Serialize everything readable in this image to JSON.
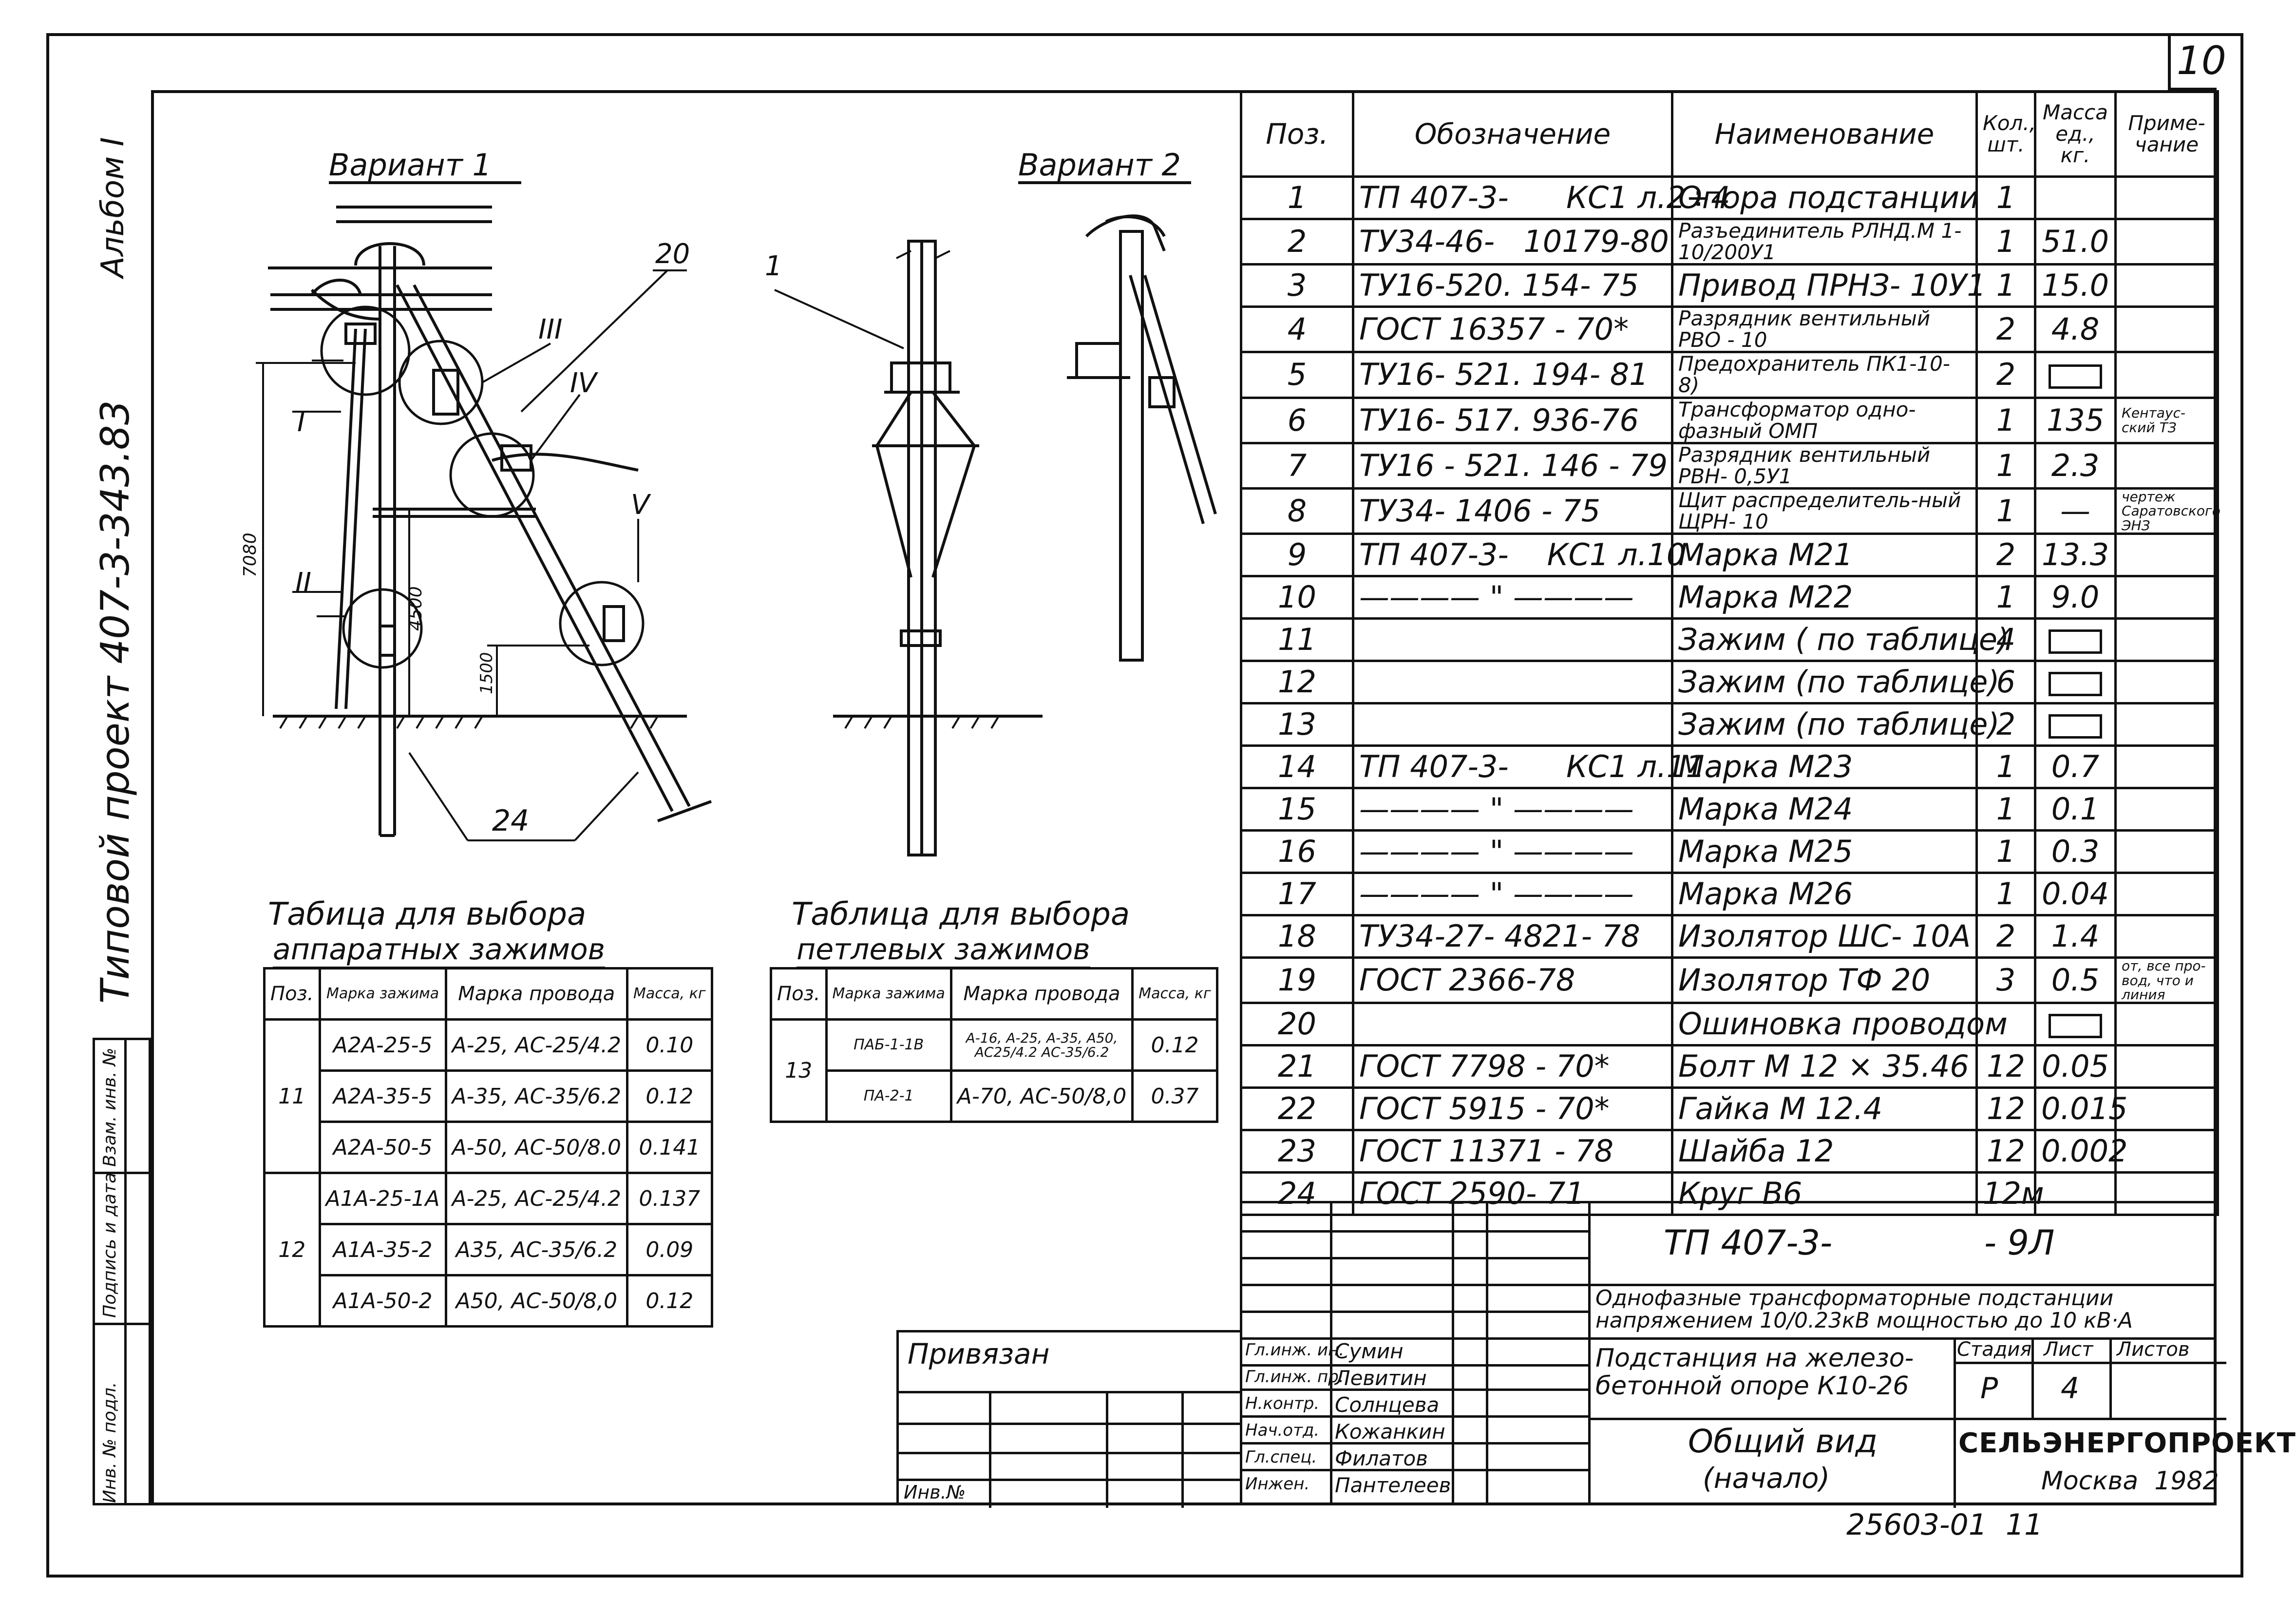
{
  "sheet_number": "10",
  "side": {
    "album": "Альбом I",
    "project": "Типовой проект 407-3-343.83",
    "stamp_labels": [
      "Инв. № подл.",
      "Подпись и дата",
      "Взам. инв. №"
    ]
  },
  "drawing": {
    "variant1_title": "Вариант 1",
    "variant2_title": "Вариант 2",
    "callouts": {
      "c20": "20",
      "c1": "1",
      "c24": "24",
      "rI": "I",
      "rII": "II",
      "rIII": "III",
      "rIV": "IV",
      "rV": "V"
    },
    "dimensions": {
      "d7080": "7080",
      "d4500": "4500",
      "d1500": "1500"
    }
  },
  "table_apparatus": {
    "title_line1": "Табица для выбора",
    "title_line2": "аппаратных зажимов",
    "headers": [
      "Поз.",
      "Марка зажима",
      "Марка провода",
      "Масса, кг"
    ],
    "groups": [
      {
        "pos": "11",
        "rows": [
          {
            "clamp": "А2А-25-5",
            "wire": "А-25, АС-25/4.2",
            "mass": "0.10"
          },
          {
            "clamp": "А2А-35-5",
            "wire": "А-35, АС-35/6.2",
            "mass": "0.12"
          },
          {
            "clamp": "А2А-50-5",
            "wire": "А-50, АС-50/8.0",
            "mass": "0.141"
          }
        ]
      },
      {
        "pos": "12",
        "rows": [
          {
            "clamp": "А1А-25-1А",
            "wire": "А-25, АС-25/4.2",
            "mass": "0.137"
          },
          {
            "clamp": "А1А-35-2",
            "wire": "А35, АС-35/6.2",
            "mass": "0.09"
          },
          {
            "clamp": "А1А-50-2",
            "wire": "А50, АС-50/8,0",
            "mass": "0.12"
          }
        ]
      }
    ]
  },
  "table_loop": {
    "title_line1": "Таблица для выбора",
    "title_line2": "петлевых зажимов",
    "headers": [
      "Поз.",
      "Марка зажима",
      "Марка провода",
      "Масса, кг"
    ],
    "pos": "13",
    "rows": [
      {
        "clamp": "ПАБ-1-1В",
        "wire": "А-16, А-25, А-35, А50, АС25/4.2 АС-35/6.2",
        "mass": "0.12"
      },
      {
        "clamp": "ПА-2-1",
        "wire": "А-70, АС-50/8,0",
        "mass": "0.37"
      }
    ]
  },
  "spec": {
    "headers": [
      "Поз.",
      "Обозначение",
      "Наименование",
      "Кол., шт.",
      "Масса ед., кг.",
      "Приме-чание"
    ],
    "rows": [
      {
        "pos": "1",
        "code": "ТП 407-3-      КС1 л.2÷4",
        "name": "Опора подстанции",
        "qty": "1",
        "mass": "",
        "note": ""
      },
      {
        "pos": "2",
        "code": "ТУ34-46-   10179-80",
        "name": "Разъединитель РЛНД.М 1- 10/200У1",
        "qty": "1",
        "mass": "51.0",
        "note": ""
      },
      {
        "pos": "3",
        "code": "ТУ16-520. 154- 75",
        "name": "Привод ПРНЗ- 10У1",
        "qty": "1",
        "mass": "15.0",
        "note": ""
      },
      {
        "pos": "4",
        "code": "ГОСТ 16357 - 70*",
        "name": "Разрядник вентильный РВО - 10",
        "qty": "2",
        "mass": "4.8",
        "note": ""
      },
      {
        "pos": "5",
        "code": "ТУ16- 521. 194- 81",
        "name": "Предохранитель ПК1-10- 8)",
        "qty": "2",
        "mass": "",
        "note": ""
      },
      {
        "pos": "6",
        "code": "ТУ16- 517. 936-76",
        "name": "Трансформатор одно-фазный ОМП",
        "qty": "1",
        "mass": "135",
        "note": "Кентаус-ский ТЗ"
      },
      {
        "pos": "7",
        "code": "ТУ16 - 521. 146 - 79",
        "name": "Разрядник вентильный РВН- 0,5У1",
        "qty": "1",
        "mass": "2.3",
        "note": ""
      },
      {
        "pos": "8",
        "code": "ТУ34- 1406 - 75",
        "name": "Щит распределитель-ный ЩРН- 10",
        "qty": "1",
        "mass": "—",
        "note": "чертеж Саратовского ЭНЗ"
      },
      {
        "pos": "9",
        "code": "ТП 407-3-    КС1 л.10",
        "name": "Марка  М21",
        "qty": "2",
        "mass": "13.3",
        "note": ""
      },
      {
        "pos": "10",
        "code": "———— \" ————",
        "name": "Марка   М22",
        "qty": "1",
        "mass": "9.0",
        "note": ""
      },
      {
        "pos": "11",
        "code": "",
        "name": "Зажим ( по таблице)",
        "qty": "4",
        "mass": "",
        "note": ""
      },
      {
        "pos": "12",
        "code": "",
        "name": "Зажим  (по таблице)",
        "qty": "6",
        "mass": "",
        "note": ""
      },
      {
        "pos": "13",
        "code": "",
        "name": "Зажим  (по таблице)",
        "qty": "2",
        "mass": "",
        "note": ""
      },
      {
        "pos": "14",
        "code": "ТП 407-3-      КС1 л.11",
        "name": "Марка  М23",
        "qty": "1",
        "mass": "0.7",
        "note": ""
      },
      {
        "pos": "15",
        "code": "———— \" ————",
        "name": "Марка  М24",
        "qty": "1",
        "mass": "0.1",
        "note": ""
      },
      {
        "pos": "16",
        "code": "———— \" ————",
        "name": "Марка  М25",
        "qty": "1",
        "mass": "0.3",
        "note": ""
      },
      {
        "pos": "17",
        "code": "———— \" ————",
        "name": "Марка  М26",
        "qty": "1",
        "mass": "0.04",
        "note": ""
      },
      {
        "pos": "18",
        "code": "ТУ34-27- 4821- 78",
        "name": "Изолятор  ШС- 10А",
        "qty": "2",
        "mass": "1.4",
        "note": ""
      },
      {
        "pos": "19",
        "code": "ГОСТ 2366-78",
        "name": "Изолятор  ТФ 20",
        "qty": "3",
        "mass": "0.5",
        "note": "от, все про-вод, что и линия"
      },
      {
        "pos": "20",
        "code": "",
        "name": "Ошиновка  проводом",
        "qty": "",
        "mass": "",
        "note": ""
      },
      {
        "pos": "21",
        "code": "ГОСТ 7798 - 70*",
        "name": "Болт  М 12 × 35.46",
        "qty": "12",
        "mass": "0.05",
        "note": ""
      },
      {
        "pos": "22",
        "code": "ГОСТ 5915 - 70*",
        "name": "Гайка  М 12.4",
        "qty": "12",
        "mass": "0.015",
        "note": ""
      },
      {
        "pos": "23",
        "code": "ГОСТ 11371 - 78",
        "name": "Шайба  12",
        "qty": "12",
        "mass": "0.002",
        "note": ""
      },
      {
        "pos": "24",
        "code": "ГОСТ 2590- 71",
        "name": "Круг  В6",
        "qty": "12м",
        "mass": "",
        "note": ""
      }
    ]
  },
  "title_block": {
    "code": "ТП 407-3-              - 9Л",
    "description": "Однофазные трансформаторные подстанции напряжением 10/0.23кВ мощностью до 10 кВ·А",
    "object": "Подстанция на железо-бетонной опоре К10-26",
    "stage_label": "Стадия",
    "sheet_label": "Лист",
    "sheets_label": "Листов",
    "stage": "Р",
    "sheet": "4",
    "sheets": "",
    "drawing_title": "Общий вид",
    "drawing_subtitle": "(начало)",
    "org": "СЕЛЬЭНЕРГОПРОЕКТ",
    "city_year": "Москва  1982",
    "staff": [
      {
        "role": "Гл.инж. ин.",
        "name": "Сумин"
      },
      {
        "role": "Гл.инж. пр.",
        "name": "Левитин"
      },
      {
        "role": "Н.контр.",
        "name": "Солнцева"
      },
      {
        "role": "Нач.отд.",
        "name": "Кожанкин"
      },
      {
        "role": "Гл.спец.",
        "name": "Филатов"
      },
      {
        "role": "Инжен.",
        "name": "Пантелеев"
      }
    ],
    "privyazan": "Привязан",
    "inv_no": "Инв.№"
  },
  "footer_number": "25603-01  11"
}
